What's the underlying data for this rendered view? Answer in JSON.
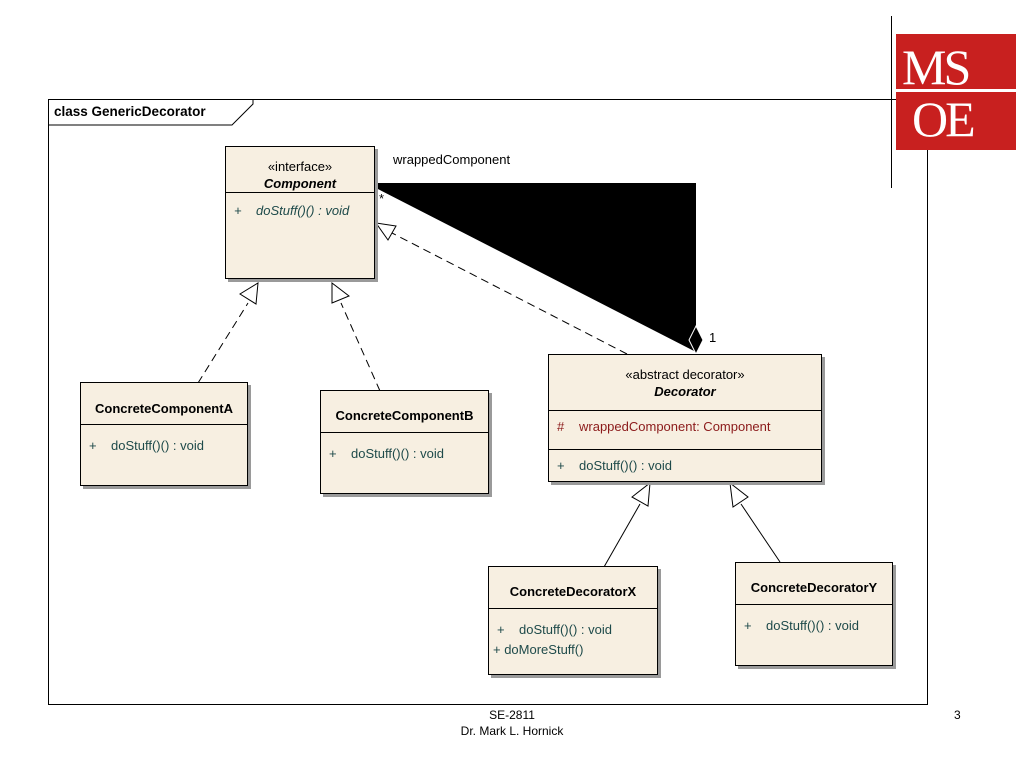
{
  "frame": {
    "title": "class GenericDecorator"
  },
  "logo": {
    "line1": "MS",
    "line2": "OE",
    "color": "#c8201f"
  },
  "classes": {
    "component": {
      "stereotype": "«interface»",
      "name": "Component",
      "ops": [
        {
          "vis": "+",
          "sig": "doStuff()() : void"
        }
      ]
    },
    "concreteA": {
      "name": "ConcreteComponentA",
      "ops": [
        {
          "vis": "+",
          "sig": "doStuff()() : void"
        }
      ]
    },
    "concreteB": {
      "name": "ConcreteComponentB",
      "ops": [
        {
          "vis": "+",
          "sig": "doStuff()() : void"
        }
      ]
    },
    "decorator": {
      "stereotype": "«abstract decorator»",
      "name": "Decorator",
      "attrs": [
        {
          "vis": "#",
          "sig": "wrappedComponent:  Component"
        }
      ],
      "ops": [
        {
          "vis": "+",
          "sig": "doStuff()() : void"
        }
      ]
    },
    "decoratorX": {
      "name": "ConcreteDecoratorX",
      "ops": [
        {
          "vis": "+",
          "sig": "doStuff()() : void"
        }
      ],
      "extra": "+ doMoreStuff()"
    },
    "decoratorY": {
      "name": "ConcreteDecoratorY",
      "ops": [
        {
          "vis": "+",
          "sig": "doStuff()() : void"
        }
      ]
    }
  },
  "association": {
    "role": "wrappedComponent",
    "mult_component": "*",
    "mult_decorator": "1"
  },
  "footer": {
    "course": "SE-2811",
    "author": "Dr. Mark L. Hornick",
    "page": "3"
  }
}
